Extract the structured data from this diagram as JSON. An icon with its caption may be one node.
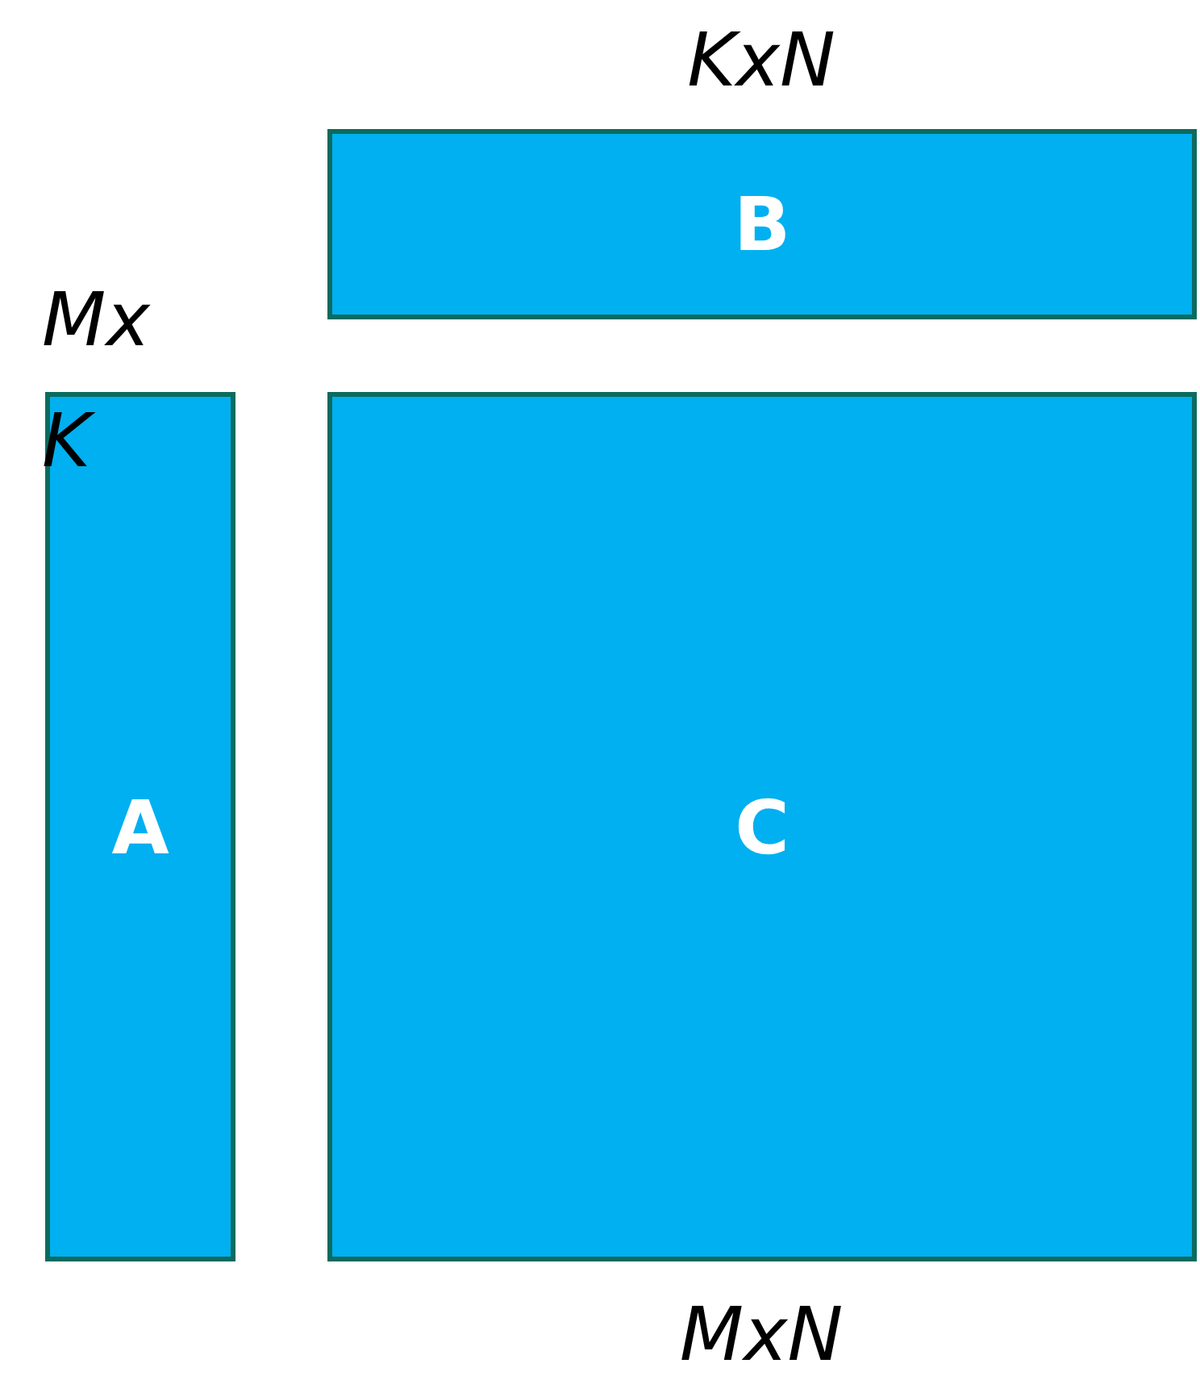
{
  "diagram": {
    "nodes": [
      {
        "text": [
          "B"
        ],
        "beside": [
          "KxN"
        ]
      },
      {
        "text": [
          "A"
        ],
        "beside": [
          "Mx K"
        ]
      },
      {
        "text": [
          "C"
        ],
        "beside": [
          "MxN"
        ]
      }
    ]
  }
}
